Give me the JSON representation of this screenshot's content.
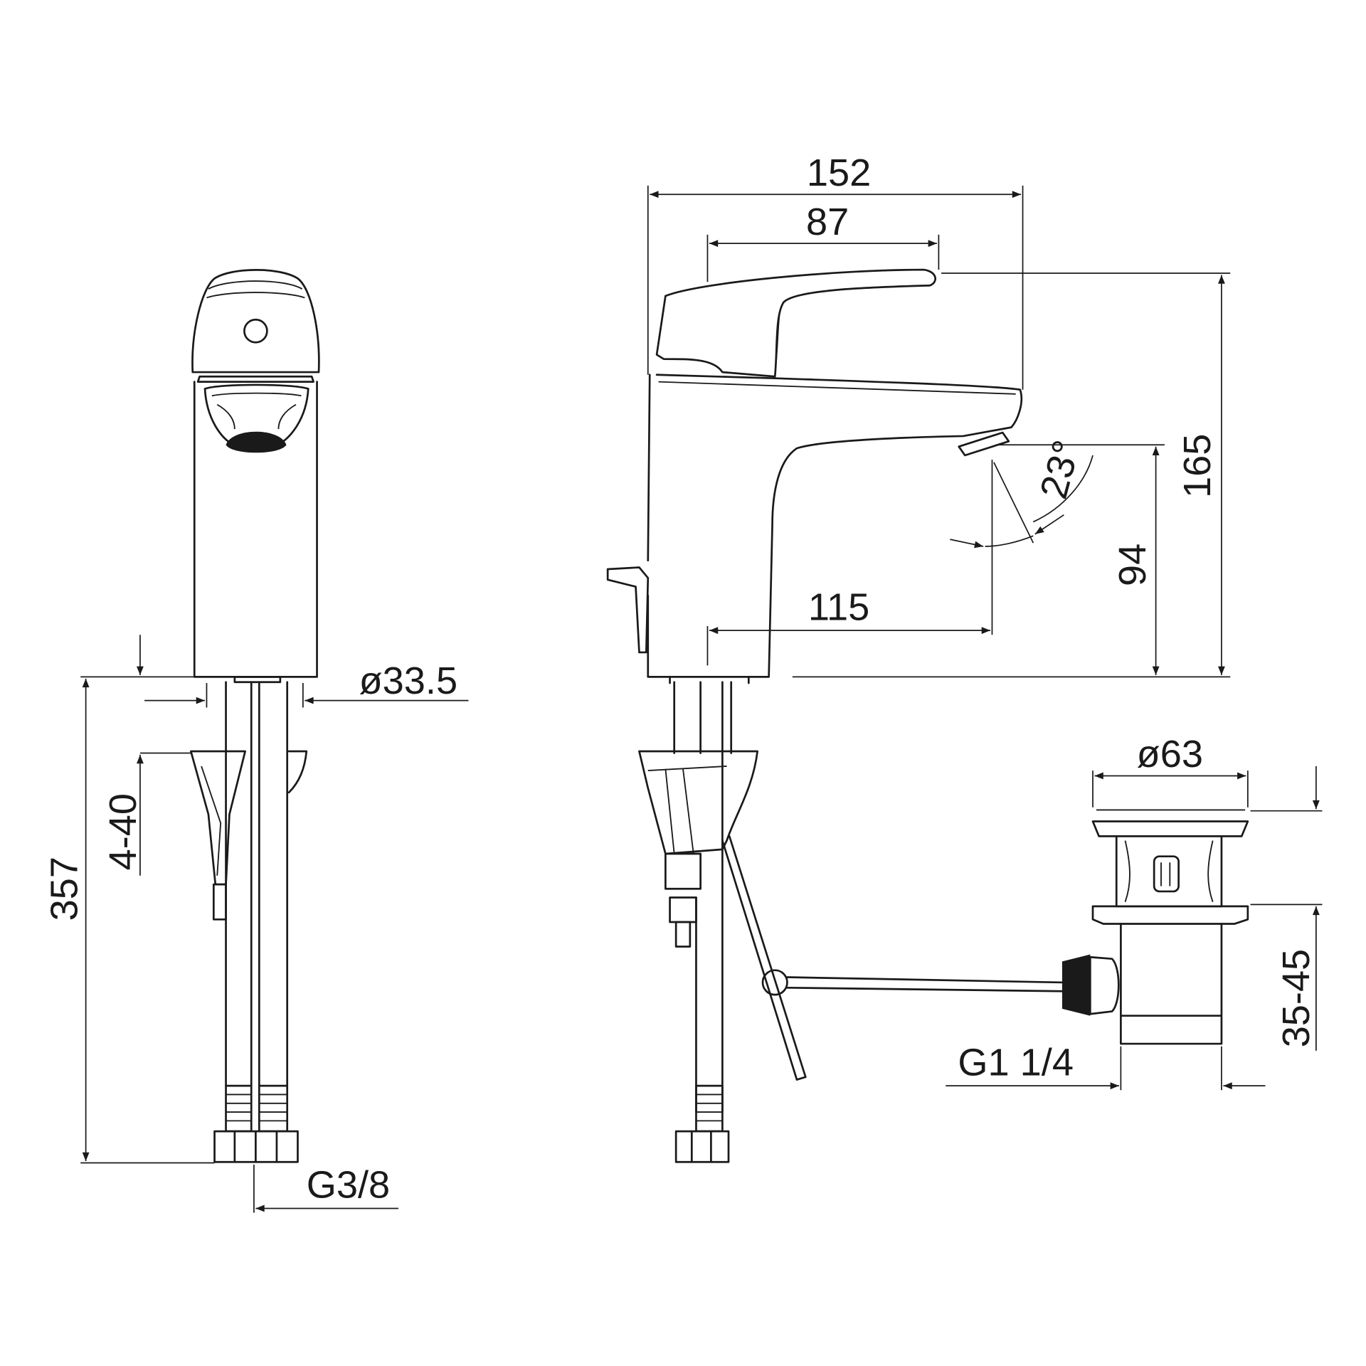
{
  "title": "Single-lever basin mixer dimension drawing",
  "dimensions": {
    "overall_length": "152",
    "lever_length": "87",
    "overall_height": "165",
    "spout_height": "94",
    "spout_reach": "115",
    "spout_angle": "23°",
    "base_diameter": "ø33.5",
    "deck_thickness": "4-40",
    "hose_length": "357",
    "hose_thread": "G3/8",
    "waste_diameter": "ø63",
    "waste_range": "35-45",
    "waste_thread": "G1 1/4"
  },
  "colors": {
    "line": "#1a1a1a",
    "background": "#ffffff"
  }
}
